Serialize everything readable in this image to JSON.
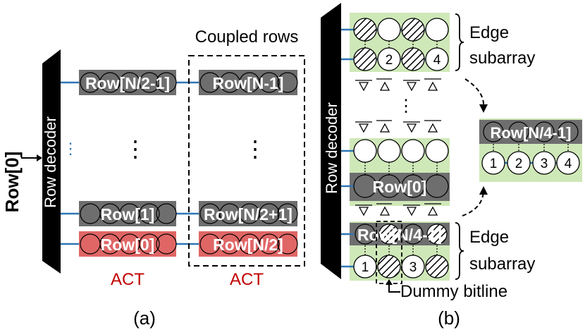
{
  "panel_a": {
    "row_input": "Row[0]",
    "decoder_label": "Row decoder",
    "coupled_label": "Coupled rows",
    "left_rows": [
      "Row[N/2-1]",
      "Row[1]",
      "Row[0]"
    ],
    "right_rows": [
      "Row[N-1]",
      "Row[N/2+1]",
      "Row[N/2]"
    ],
    "act_left": "ACT",
    "act_right": "ACT",
    "caption": "(a)",
    "ellipsis_v": "⋮"
  },
  "panel_b": {
    "decoder_label": "Row decoder",
    "top_edge_label_1": "Edge",
    "top_edge_label_2": "subarray",
    "bottom_edge_label_1": "Edge",
    "bottom_edge_label_2": "subarray",
    "top_numbers": [
      "2",
      "4"
    ],
    "row0": "Row[0]",
    "bottom_row": "Row[N/4-1]",
    "bottom_numbers": [
      "1",
      "3"
    ],
    "dummy_label": "Dummy bitline",
    "merged_row": "Row[N/4-1]",
    "merged_numbers": [
      "1",
      "2",
      "3",
      "4"
    ],
    "caption": "(b)",
    "ellipsis_v": "⋮"
  },
  "colors": {
    "gray_row": "#6e6e6e",
    "red_row": "#e06666",
    "green_bg": "#cfe8b8",
    "blue_wire": "#2e75b6",
    "act_red": "#c00000"
  }
}
